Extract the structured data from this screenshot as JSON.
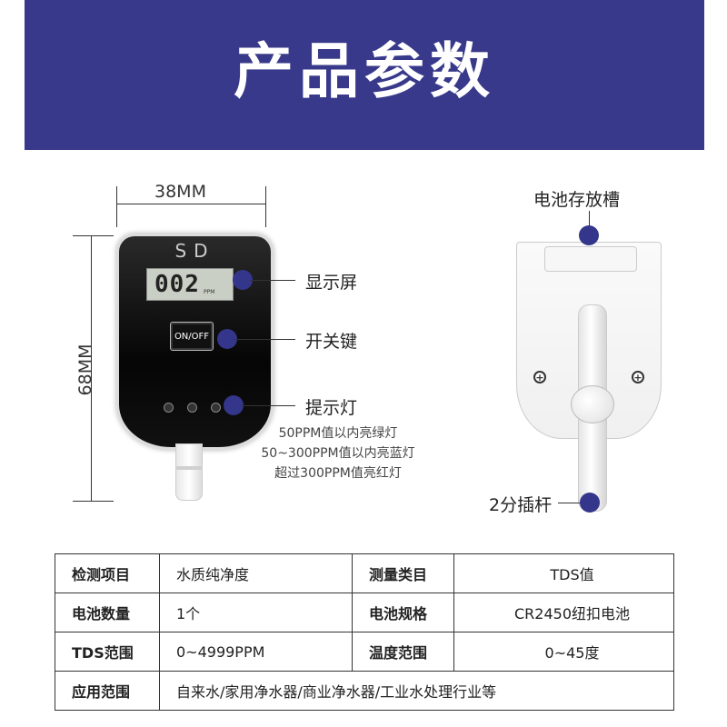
{
  "header": {
    "title": "产品参数"
  },
  "dimensions": {
    "width": "38MM",
    "height": "68MM"
  },
  "device": {
    "logo": "SD",
    "lcd_value": "002",
    "lcd_unit": "PPM",
    "button_label": "ON/OFF"
  },
  "callouts": {
    "display": "显示屏",
    "switch": "开关键",
    "indicator": "提示灯",
    "notes": [
      "50PPM值以内亮绿灯",
      "50~300PPM值以内亮蓝灯",
      "超过300PPM值亮红灯"
    ],
    "battery_slot": "电池存放槽",
    "pipe": "2分插杆"
  },
  "colors": {
    "banner": "#38398a",
    "dot": "#33368a"
  },
  "spec_table": {
    "rows": [
      {
        "k1": "检测项目",
        "v1": "水质纯净度",
        "k2": "测量类目",
        "v2": "TDS值"
      },
      {
        "k1": "电池数量",
        "v1": "1个",
        "k2": "电池规格",
        "v2": "CR2450纽扣电池"
      },
      {
        "k1": "TDS范围",
        "v1": "0~4999PPM",
        "k2": "温度范围",
        "v2": "0~45度"
      },
      {
        "k1": "应用范围",
        "v1": "自来水/家用净水器/商业净水器/工业水处理行业等"
      }
    ]
  }
}
